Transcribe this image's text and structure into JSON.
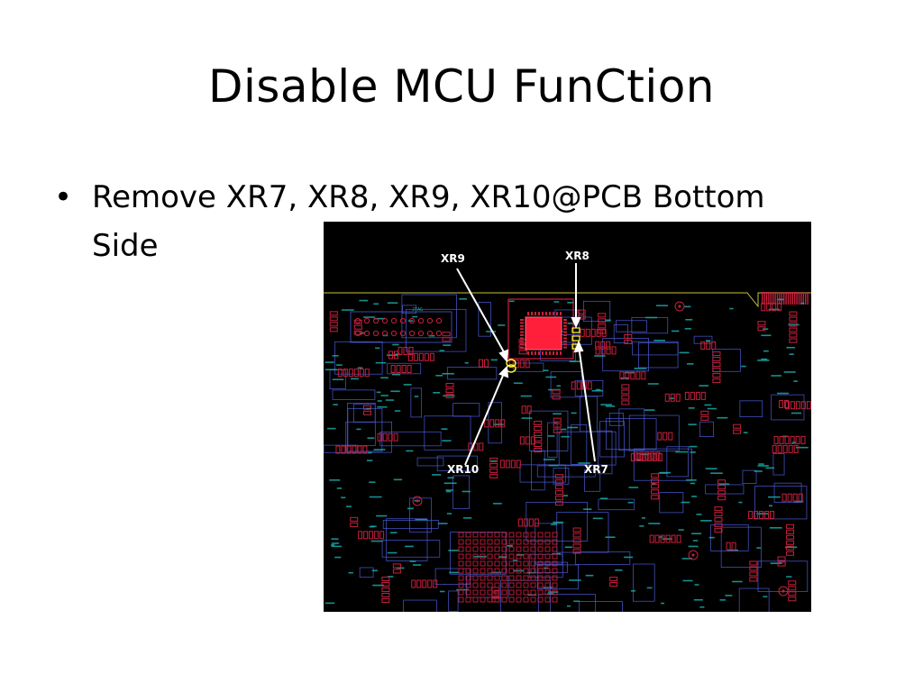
{
  "slide": {
    "title": "Disable MCU FunCtion",
    "bullet_text": "Remove XR7, XR8, XR9, XR10@PCB Bottom Side"
  },
  "pcb_image": {
    "callouts": [
      "XR9",
      "XR8",
      "XR10",
      "XR7"
    ],
    "silkscreen_labels": [
      "JTAG"
    ],
    "colors": {
      "background": "#000000",
      "pad": "#c8203c",
      "outline": "#4a5ad6",
      "silkscreen": "#1aa8a8",
      "highlight": "#ffff33",
      "board_edge": "#c9c23a"
    }
  }
}
